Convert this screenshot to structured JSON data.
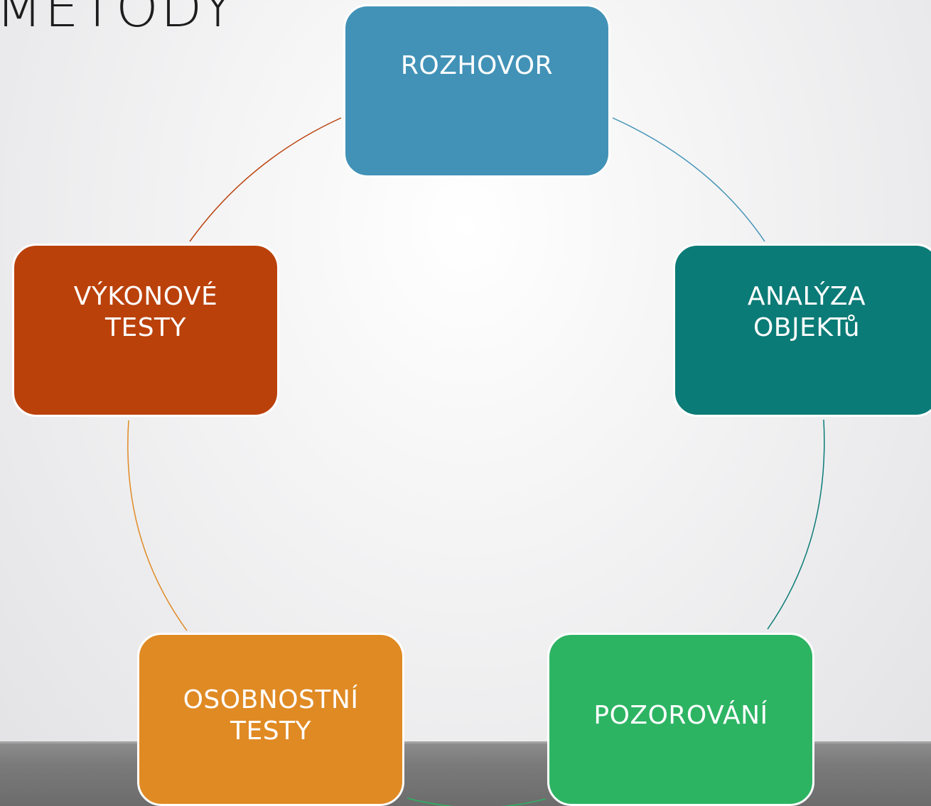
{
  "slide": {
    "title": "METODY"
  },
  "cycle": {
    "nodes": [
      {
        "id": "rozhovor",
        "label": "ROZHOVOR",
        "color": "#4292b7"
      },
      {
        "id": "analyza",
        "label": "ANALÝZA\nOBJEKTů",
        "color": "#0b7b77"
      },
      {
        "id": "pozorovani",
        "label": "POZOROVÁNÍ",
        "color": "#2db463"
      },
      {
        "id": "osobnostni",
        "label": "OSOBNOSTNÍ\nTESTY",
        "color": "#e08a24"
      },
      {
        "id": "vykonove",
        "label": "VÝKONOVÉ\nTESTY",
        "color": "#bb410b"
      }
    ],
    "connector_colors": [
      "#4292b7",
      "#0b7b77",
      "#2db463",
      "#e08a24",
      "#bb410b"
    ]
  }
}
